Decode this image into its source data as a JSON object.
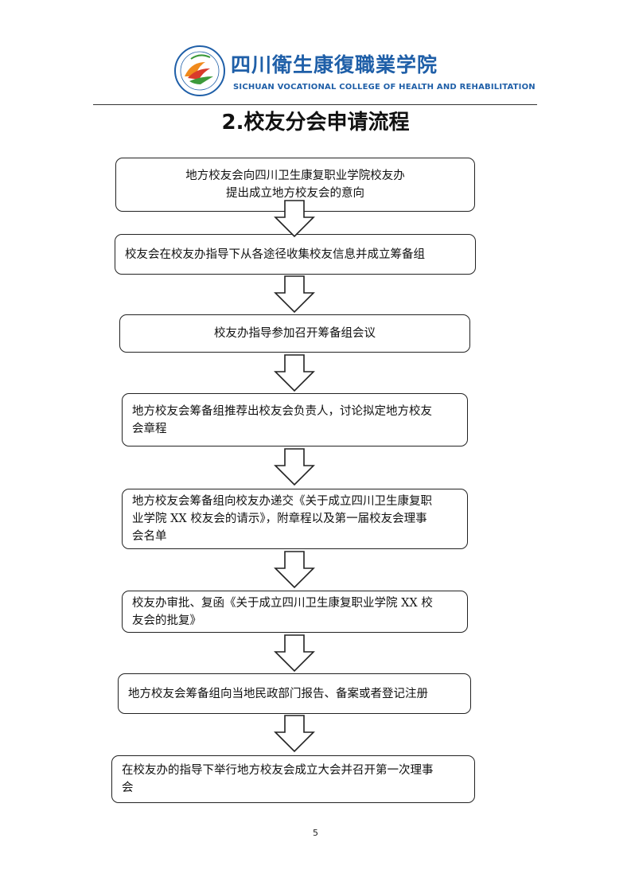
{
  "header": {
    "school_name_cn": "四川衛生康復職業学院",
    "school_name_en": "SICHUAN VOCATIONAL COLLEGE OF HEALTH AND REHABILITATION"
  },
  "title": "2.校友分会申请流程",
  "steps": [
    {
      "lines": [
        "地方校友会向四川卫生康复职业学院校友办",
        "提出成立地方校友会的意向"
      ]
    },
    {
      "lines": [
        "校友会在校友办指导下从各途径收集校友信息并成立筹备组"
      ]
    },
    {
      "lines": [
        "校友办指导参加召开筹备组会议"
      ]
    },
    {
      "lines": [
        "地方校友会筹备组推荐出校友会负责人，讨论拟定地方校友",
        "会章程"
      ]
    },
    {
      "lines": [
        "地方校友会筹备组向校友办递交《关于成立四川卫生康复职",
        "业学院 XX 校友会的请示》，附章程以及第一届校友会理事",
        "会名单"
      ]
    },
    {
      "lines": [
        "校友办审批、复函《关于成立四川卫生康复职业学院 XX 校",
        "友会的批复》"
      ]
    },
    {
      "lines": [
        "地方校友会筹备组向当地民政部门报告、备案或者登记注册"
      ]
    },
    {
      "lines": [
        "在校友办的指导下举行地方校友会成立大会并召开第一次理事",
        "会"
      ]
    }
  ],
  "page_number": "5",
  "colors": {
    "brand_blue": "#1f5fa8",
    "logo_orange": "#f08a1c",
    "logo_red": "#d93a2b",
    "logo_green": "#3c9a3a"
  }
}
